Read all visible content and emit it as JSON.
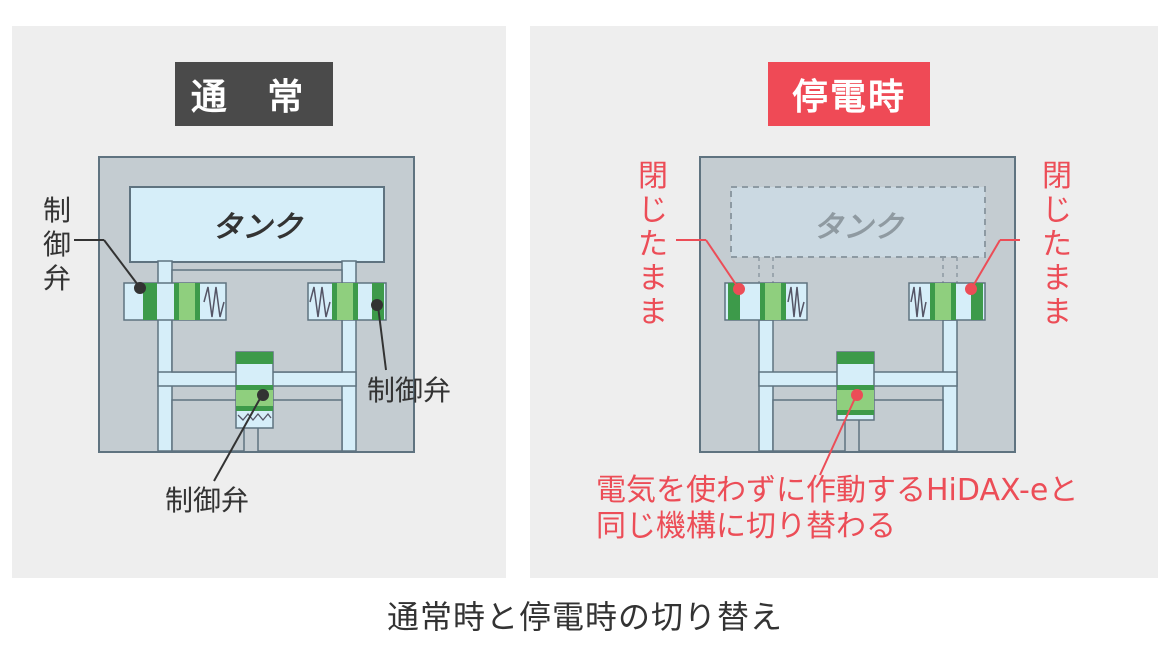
{
  "panels": {
    "normal": {
      "badge": "通 常",
      "tank_label": "タンク",
      "valve_label_left": "制御弁",
      "valve_label_right": "制御弁",
      "valve_label_bottom": "制御弁"
    },
    "outage": {
      "badge": "停電時",
      "tank_label": "タンク",
      "closed_left": "閉じたまま",
      "closed_right": "閉じたまま",
      "note_line1": "電気を使わずに作動するHiDAX-eと",
      "note_line2": "同じ機構に切り替わる"
    }
  },
  "caption": "通常時と停電時の切り替え",
  "colors": {
    "panel_bg": "#eeeeee",
    "normal_badge": "#4a4a4a",
    "outage_badge": "#ef4a56",
    "housing": "#c4ccd1",
    "pipe": "#d6eef9",
    "valve_green": "#3d9a4a",
    "valve_green_light": "#8fcf7e",
    "alert_text": "#ec4d57"
  }
}
